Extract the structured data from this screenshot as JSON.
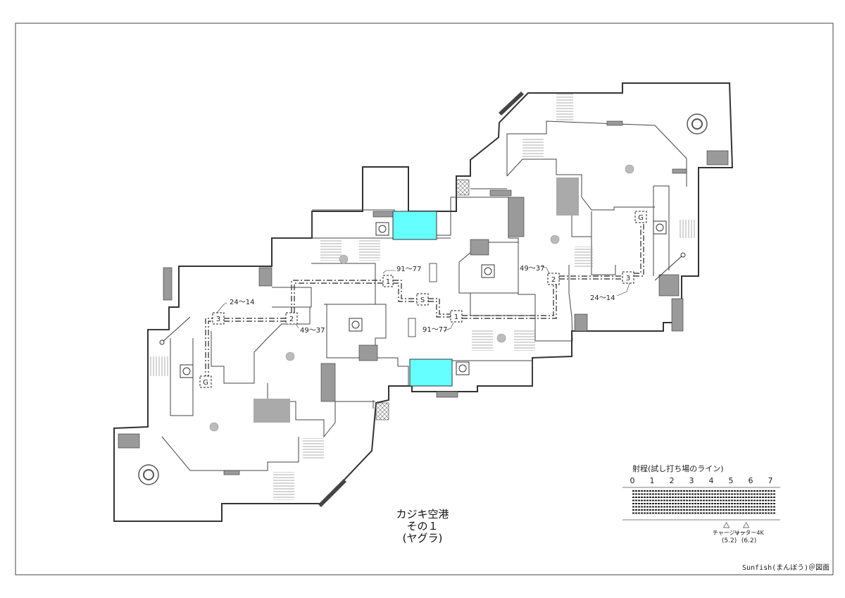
{
  "map": {
    "title_line1": "カジキ空港",
    "title_line2": "その１",
    "title_line3": "(ヤグラ)",
    "credit": "Sunfish(まんぼう)＠図面"
  },
  "route_labels": {
    "start": "S",
    "cp1": "1",
    "cp2": "2",
    "cp3": "3",
    "goal": "G",
    "range_1": "91～77",
    "range_2": "49～37",
    "range_3": "24～14"
  },
  "colors": {
    "objective": "#66ffff",
    "wall": "#333333",
    "shade": "#9a9a9a",
    "track": "#222222"
  },
  "legend": {
    "title": "射程(試し打ち場のライン)",
    "scale": [
      "0",
      "1",
      "2",
      "3",
      "4",
      "5",
      "6",
      "7"
    ],
    "rows": 8,
    "markers": [
      {
        "name": "チャージャー",
        "value": "(5.2)",
        "at": 5.2
      },
      {
        "name": "リッター4K",
        "value": "(6.2)",
        "at": 6.2
      }
    ]
  }
}
